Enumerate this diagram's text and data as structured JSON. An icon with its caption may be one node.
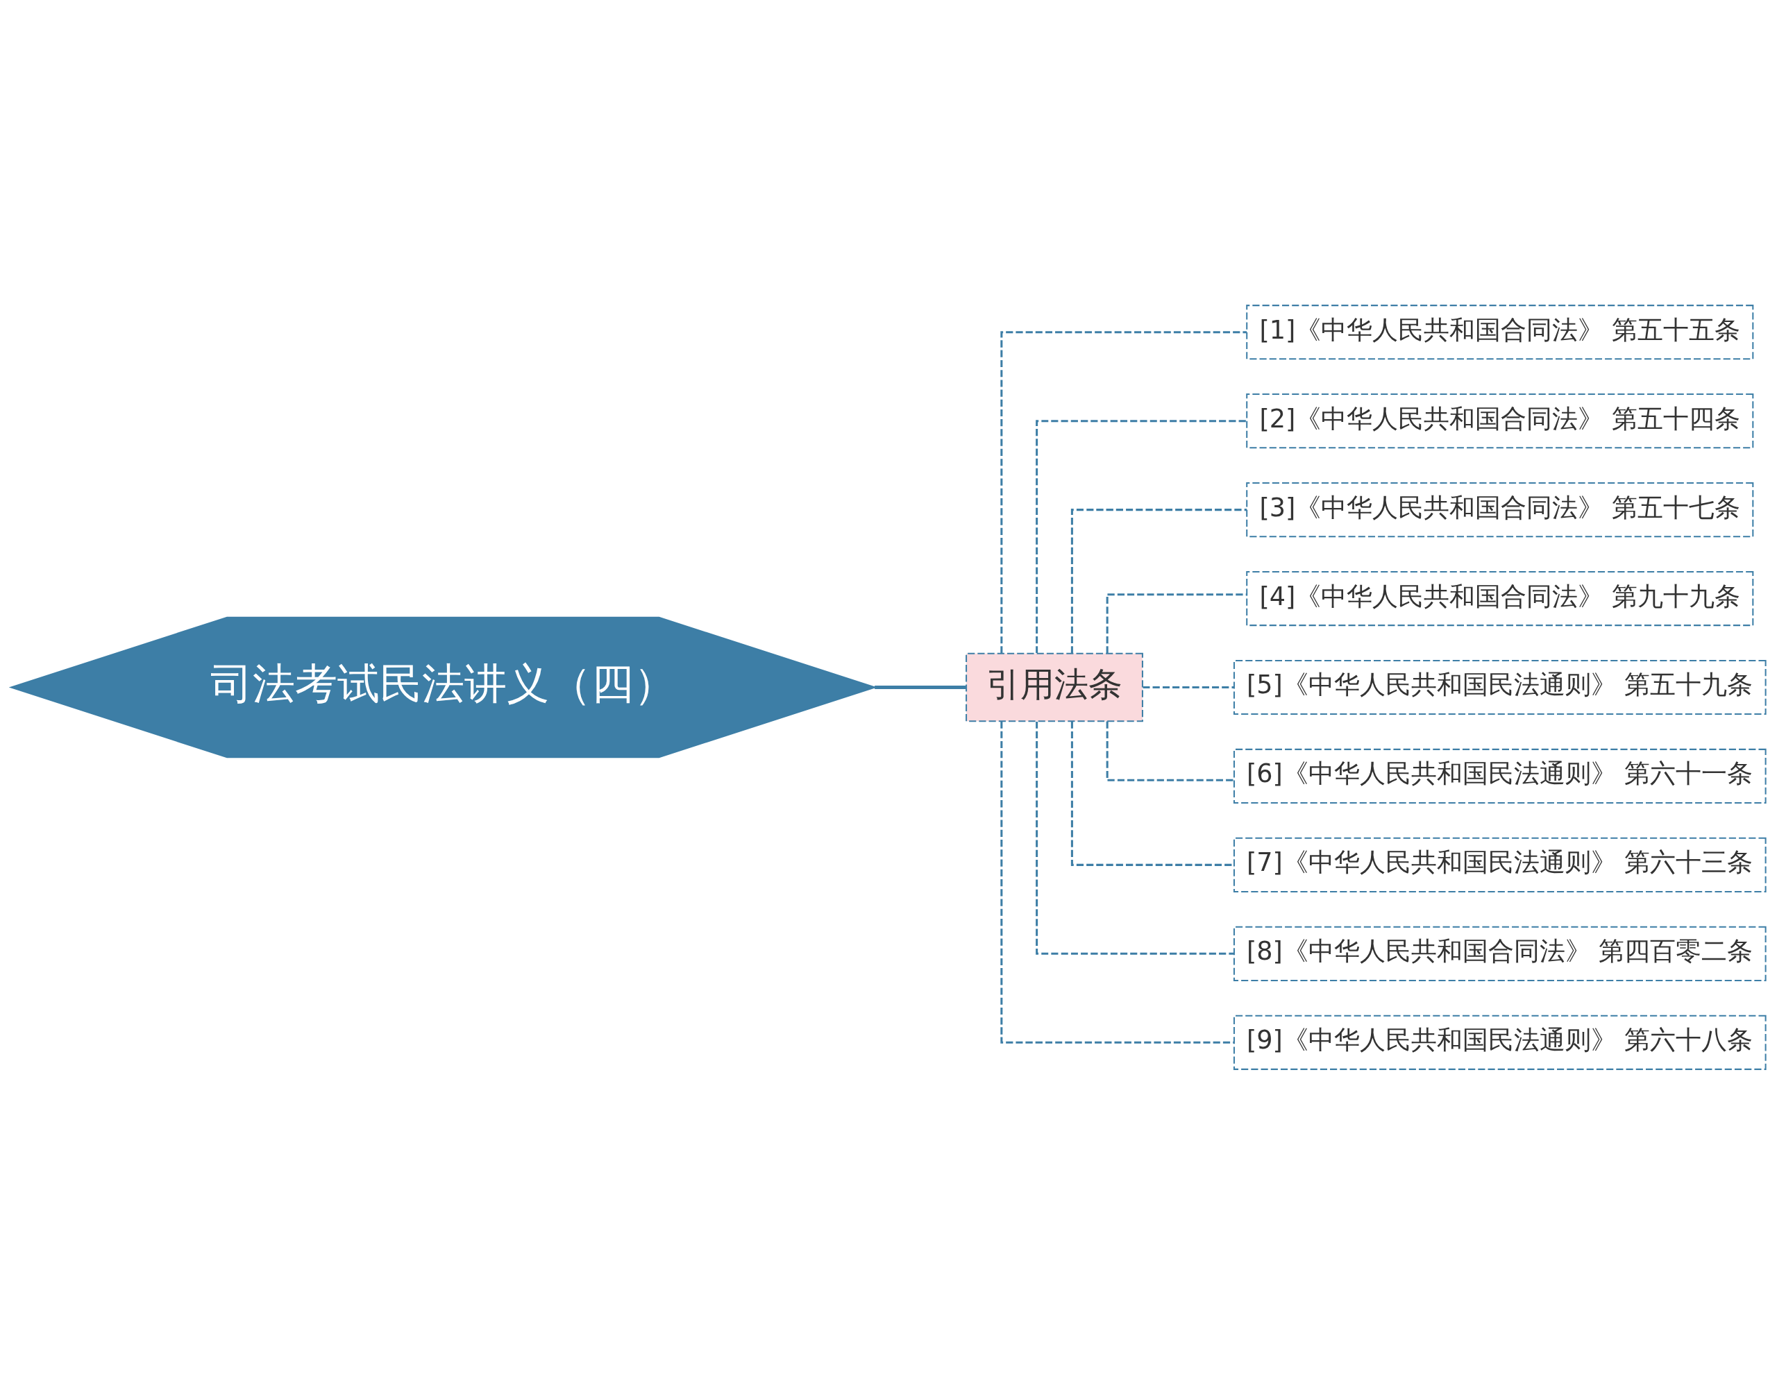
{
  "diagram": {
    "nodes": [
      {
        "text": [
          "司法考试民法讲义（四）"
        ]
      },
      {
        "text": [
          "引用法条"
        ]
      },
      {
        "text": [
          "[1]《中华人民共和国合同法》 第五十五条"
        ]
      },
      {
        "text": [
          "[2]《中华人民共和国合同法》 第五十四条"
        ]
      },
      {
        "text": [
          "[3]《中华人民共和国合同法》 第五十七条"
        ]
      },
      {
        "text": [
          "[4]《中华人民共和国合同法》 第九十九条"
        ]
      },
      {
        "text": [
          "[5]《中华人民共和国民法通则》 第五十九条"
        ]
      },
      {
        "text": [
          "[6]《中华人民共和国民法通则》 第六十一条"
        ]
      },
      {
        "text": [
          "[7]《中华人民共和国民法通则》 第六十三条"
        ]
      },
      {
        "text": [
          "[8]《中华人民共和国合同法》 第四百零二条"
        ]
      },
      {
        "text": [
          "[9]《中华人民共和国民法通则》 第六十八条"
        ]
      }
    ],
    "edges": [
      {
        "from": 0,
        "to": 1,
        "arrow": "none"
      },
      {
        "from": 1,
        "to": 2,
        "arrow": "none",
        "style": "dashed"
      },
      {
        "from": 1,
        "to": 3,
        "arrow": "none",
        "style": "dashed"
      },
      {
        "from": 1,
        "to": 4,
        "arrow": "none",
        "style": "dashed"
      },
      {
        "from": 1,
        "to": 5,
        "arrow": "none",
        "style": "dashed"
      },
      {
        "from": 1,
        "to": 6,
        "arrow": "none",
        "style": "dashed"
      },
      {
        "from": 1,
        "to": 7,
        "arrow": "none",
        "style": "dashed"
      },
      {
        "from": 1,
        "to": 8,
        "arrow": "none",
        "style": "dashed"
      },
      {
        "from": 1,
        "to": 9,
        "arrow": "none",
        "style": "dashed"
      },
      {
        "from": 1,
        "to": 10,
        "arrow": "none",
        "style": "dashed"
      }
    ]
  }
}
